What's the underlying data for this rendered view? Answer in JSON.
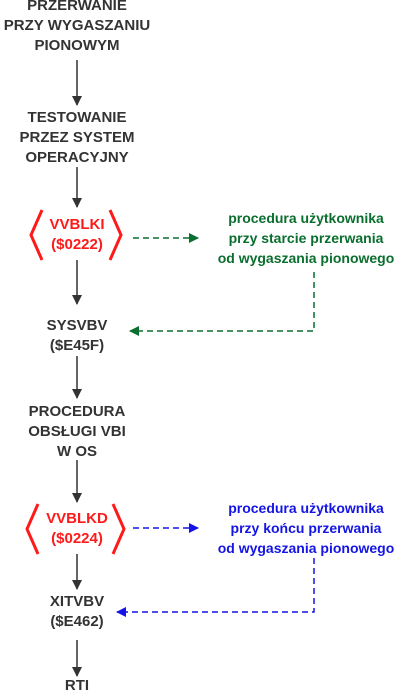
{
  "nodes": {
    "interrupt": "PRZERWANIE\nPRZY WYGASZANIU\nPIONOWYM",
    "os_test": "TESTOWANIE\nPRZEZ SYSTEM\nOPERACYJNY",
    "vvblki": "VVBLKI\n($0222)",
    "sysvbv": "SYSVBV\n($E45F)",
    "vbi_proc": "PROCEDURA\nOBSŁUGI VBI\nW OS",
    "vvblkd": "VVBLKD\n($0224)",
    "xitvbv": "XITVBV\n($E462)",
    "rti": "RTI"
  },
  "side_notes": {
    "start": "procedura użytkownika\nprzy starcie przerwania\nod wygaszania pionowego",
    "end": "procedura użytkownika\nprzy końcu przerwania\nod wygaszania pionowego"
  },
  "colors": {
    "vector": "#ff1a1a",
    "note_start": "#0a6e2e",
    "note_end": "#1414e6",
    "main": "#333333"
  }
}
